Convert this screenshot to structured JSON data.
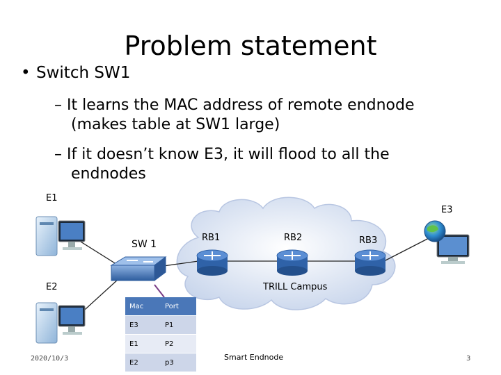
{
  "slide": {
    "title": "Problem statement",
    "bullet": "Switch SW1",
    "subbullets": [
      {
        "dash": "–",
        "line1": "It learns the MAC address of remote endnode",
        "line2": "(makes table at SW1 large)"
      },
      {
        "dash": "–",
        "line1": "If it doesn’t know E3, it will flood to all the",
        "line2": "endnodes"
      }
    ]
  },
  "diagram": {
    "nodes": {
      "e1": "E1",
      "e2": "E2",
      "e3": "E3",
      "sw1": "SW 1",
      "rb1": "RB1",
      "rb2": "RB2",
      "rb3": "RB3",
      "campus": "TRILL Campus",
      "smart": "Smart Endnode"
    },
    "colors": {
      "cloud": "#dde5f3",
      "router": "#3d6fb6",
      "switch": "#4a7fc4",
      "link": "#222222",
      "table_link": "#7a3d86"
    }
  },
  "mac_table": {
    "headers": [
      "Mac",
      "Port"
    ],
    "rows": [
      [
        "E3",
        "P1"
      ],
      [
        "E1",
        "P2"
      ],
      [
        "E2",
        "p3"
      ]
    ]
  },
  "footer": {
    "date": "2020/10/3",
    "page": "3"
  }
}
